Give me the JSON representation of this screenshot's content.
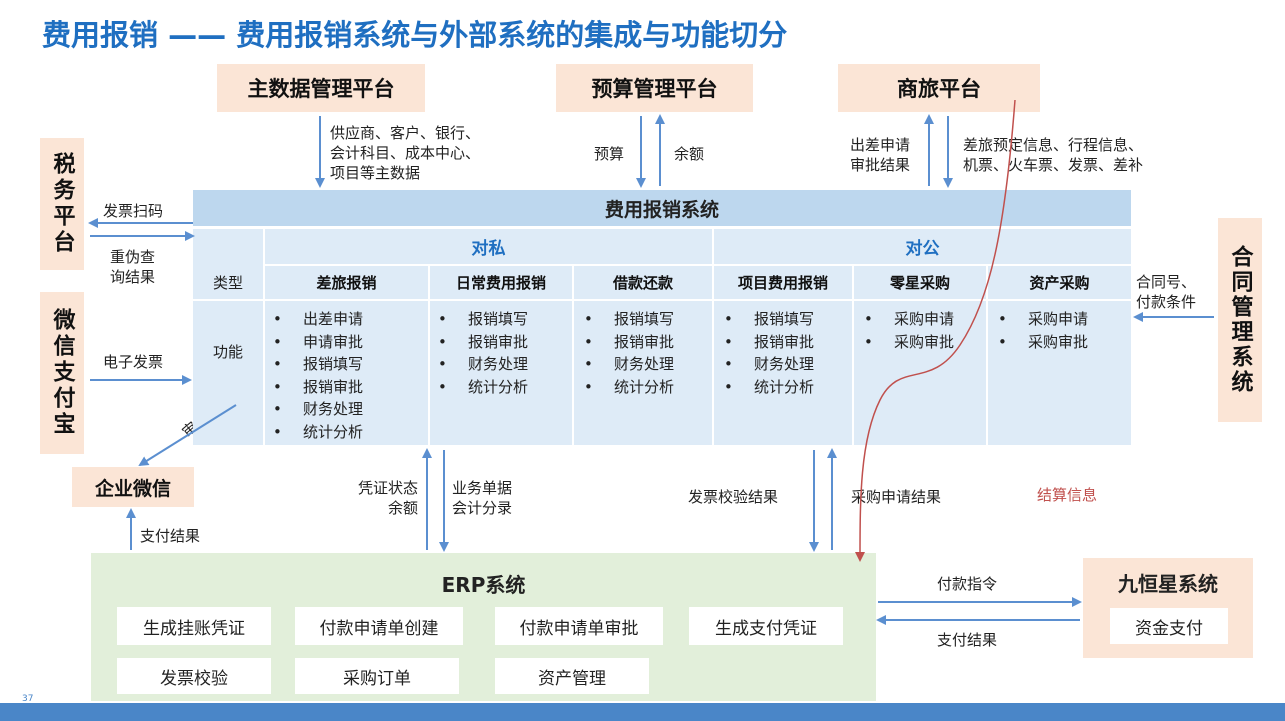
{
  "title": "费用报销 —— 费用报销系统与外部系统的集成与功能切分",
  "systems": {
    "mdm": "主数据管理平台",
    "budget": "预算管理平台",
    "travel": "商旅平台",
    "tax": "税务平台",
    "wxpay": "微信支付宝",
    "wecom": "企业微信",
    "contract": "合同管理系统",
    "erp": "ERP系统",
    "jhx": "九恒星系统"
  },
  "labels": {
    "mdm_data": [
      "供应商、客户、银行、",
      "会计科目、成本中心、",
      "项目等主数据"
    ],
    "budget_in": "预算",
    "budget_out": "余额",
    "travel_in": [
      "出差申请",
      "审批结果"
    ],
    "travel_out": [
      "差旅预定信息、行程信息、",
      "机票、火车票、发票、差补"
    ],
    "tax_scan": "发票扫码",
    "tax_result": [
      "重伪查",
      "询结果"
    ],
    "e_invoice": "电子发票",
    "approval_remind": "审批提醒",
    "pay_result_wecom": "支付结果",
    "contract_info": [
      "合同号、",
      "付款条件"
    ],
    "voucher_status": [
      "凭证状态",
      "余额"
    ],
    "biz_doc": [
      "业务单据",
      "会计分录"
    ],
    "invoice_check": "发票校验结果",
    "purchase_result": "采购申请结果",
    "settlement": "结算信息",
    "pay_cmd": "付款指令",
    "pay_result_erp": "支付结果"
  },
  "main": {
    "title": "费用报销系统",
    "groups": [
      "对私",
      "对公"
    ],
    "row_type": "类型",
    "row_func": "功能",
    "columns": [
      {
        "name": "差旅报销",
        "items": [
          "出差申请",
          "申请审批",
          "报销填写",
          "报销审批",
          "财务处理",
          "统计分析"
        ]
      },
      {
        "name": "日常费用报销",
        "items": [
          "报销填写",
          "报销审批",
          "财务处理",
          "统计分析"
        ]
      },
      {
        "name": "借款还款",
        "items": [
          "报销填写",
          "报销审批",
          "财务处理",
          "统计分析"
        ]
      },
      {
        "name": "项目费用报销",
        "items": [
          "报销填写",
          "报销审批",
          "财务处理",
          "统计分析"
        ]
      },
      {
        "name": "零星采购",
        "items": [
          "采购申请",
          "采购审批"
        ]
      },
      {
        "name": "资产采购",
        "items": [
          "采购申请",
          "采购审批"
        ]
      }
    ]
  },
  "erp_modules": [
    "生成挂账凭证",
    "付款申请单创建",
    "付款申请单审批",
    "生成支付凭证",
    "发票校验",
    "采购订单",
    "资产管理"
  ],
  "jhx_module": "资金支付",
  "page_number": "37",
  "colors": {
    "title": "#1f6fc1",
    "arrow": "#5b8fd0",
    "settlement": "#c0504d",
    "peach": "#fbe5d6",
    "header_blue": "#bdd7ee",
    "body_blue": "#deebf7",
    "erp_green": "#e2efda",
    "footer": "#4a86c8"
  }
}
